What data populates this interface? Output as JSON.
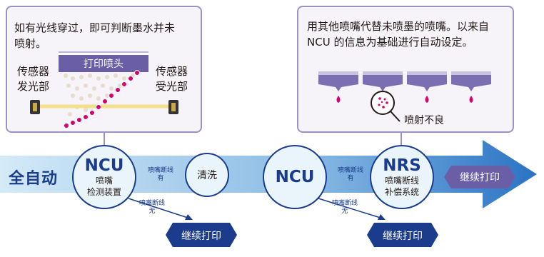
{
  "left_callout": {
    "text_line1": "如有光线穿过，即可判断墨水并未",
    "text_line2": "喷射。",
    "head_label": "打印喷头",
    "sensor_left_line1": "传感器",
    "sensor_left_line2": "发光部",
    "sensor_right_line1": "传感器",
    "sensor_right_line2": "受光部"
  },
  "right_callout": {
    "text_line1": "用其他喷嘴代替未喷墨的喷嘴。以来自",
    "text_line2": "NCU 的信息为基础进行自动设定。",
    "defect_label": "喷射不良"
  },
  "flow": {
    "start_label": "全自动",
    "ncu1": {
      "title": "NCU",
      "sub1": "喷嘴",
      "sub2": "检测装置"
    },
    "cleaning": {
      "title": "清洗"
    },
    "ncu2": {
      "title": "NCU"
    },
    "nrs": {
      "title": "NRS",
      "sub1": "喷嘴断线",
      "sub2": "补偿系统"
    },
    "continue_print": "继续打印",
    "broken_yes_1_line1": "喷嘴断线",
    "broken_yes_1_line2": "有",
    "broken_no_1_line1": "喷嘴断线",
    "broken_no_1_line2": "无",
    "broken_yes_2_line1": "喷嘴断线",
    "broken_yes_2_line2": "有",
    "broken_no_2_line1": "喷嘴断线",
    "broken_no_2_line2": "无",
    "print_box_1": "继续打印",
    "print_box_2": "继续打印"
  },
  "colors": {
    "navy": "#1b3c8c",
    "callout_border": "#9b93c7",
    "arrow_light": "#d4eaf7",
    "arrow_dark": "#2a73c4",
    "head_purple": "#6a5fa6",
    "ink_pink": "#d6006f"
  }
}
